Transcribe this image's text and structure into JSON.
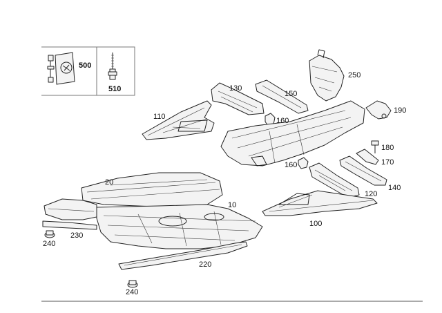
{
  "callouts": {
    "c500": "500",
    "c510": "510",
    "c250": "250",
    "c130": "130",
    "c150": "150",
    "c110": "110",
    "c160a": "160",
    "c190": "190",
    "c180": "180",
    "c170": "170",
    "c160b": "160",
    "c140": "140",
    "c120": "120",
    "c20": "20",
    "c10": "10",
    "c100": "100",
    "c240a": "240",
    "c230": "230",
    "c220": "220",
    "c240b": "240"
  }
}
